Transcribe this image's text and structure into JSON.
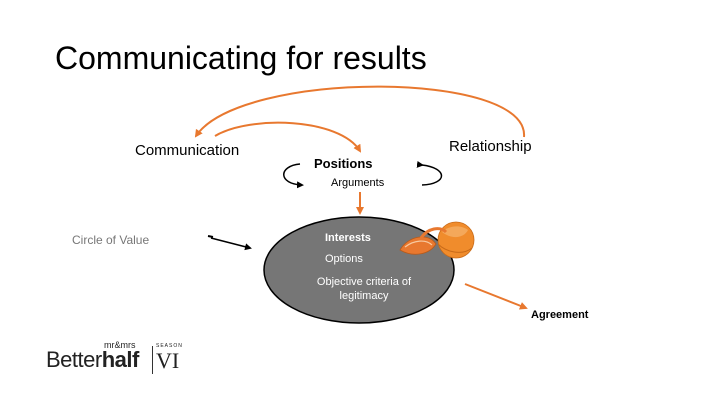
{
  "slide": {
    "title": "Communicating for results",
    "labels": {
      "communication": "Communication",
      "relationship": "Relationship",
      "positions": "Positions",
      "arguments": "Arguments",
      "circle_of_value": "Circle of Value",
      "interests": "Interests",
      "options": "Options",
      "objective_criteria": "Objective criteria of legitimacy",
      "agreement": "Agreement"
    },
    "logo": {
      "prefix": "mr&mrs",
      "word_light": "Better",
      "word_bold": "half",
      "season_label": "SEASON",
      "season_number": "VI"
    }
  },
  "colors": {
    "accent_orange": "#e8782f",
    "circle_fill": "#767676",
    "circle_stroke": "#000000"
  }
}
